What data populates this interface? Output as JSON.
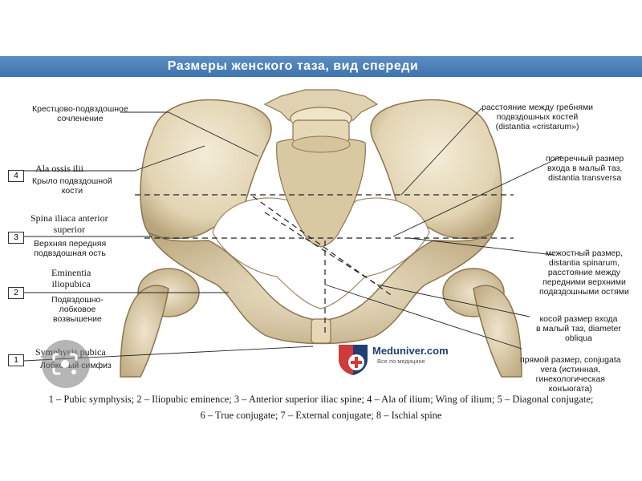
{
  "title": "Размеры женского таза, вид спереди",
  "left_labels": {
    "sacroiliac": "Крестцово-подвздошное\nсочленение",
    "ala_latin": "Ala ossis ilii",
    "ala_ru": "Крыло подвздошной\nкости",
    "spina_latin": "Spina iliaca anterior\nsuperior",
    "spina_ru": "Верхняя передняя\nподвздошная ость",
    "eminentia_latin": "Eminentia\niliopubica",
    "eminentia_ru": "Подвздошно-\nлобковое\nвозвышение",
    "symphysis_latin": "Symphysis pubica",
    "symphysis_ru": "Лобковый симфиз"
  },
  "right_labels": {
    "cristarum": "расстояние между гребнями\nподвздошных костей\n(distantia «cristarum»)",
    "transversa": "поперечный размер\nвхода в малый таз,\ndistantia transversa",
    "spinarum": "межостный размер,\ndistantia spinarum,\nрасстояние между\nпередними верхними\nподвздошными остями",
    "obliqua": "косой размер входа\nв малый таз, diameter\nobliqua",
    "vera": "прямой размер, conjugata\nvera (истинная,\nгинекологическая\nконъюгата)"
  },
  "numbers": [
    "4",
    "3",
    "2",
    "1"
  ],
  "caption": {
    "line1": "1 – Pubic symphysis; 2 – Iliopubic eminence; 3 – Anterior superior iliac spine; 4 – Ala of ilium; Wing of ilium; 5 – Diagonal conjugate;",
    "line2": "6 – True conjugate; 7 – External conjugate; 8 – Ischial spine"
  },
  "logo": {
    "name": "Meduniver.com",
    "tagline": "Все по медицине"
  },
  "colors": {
    "title_bar": "#4a7fb8",
    "bone": "#e8dcc0",
    "bone_shadow": "#b9a57c"
  }
}
